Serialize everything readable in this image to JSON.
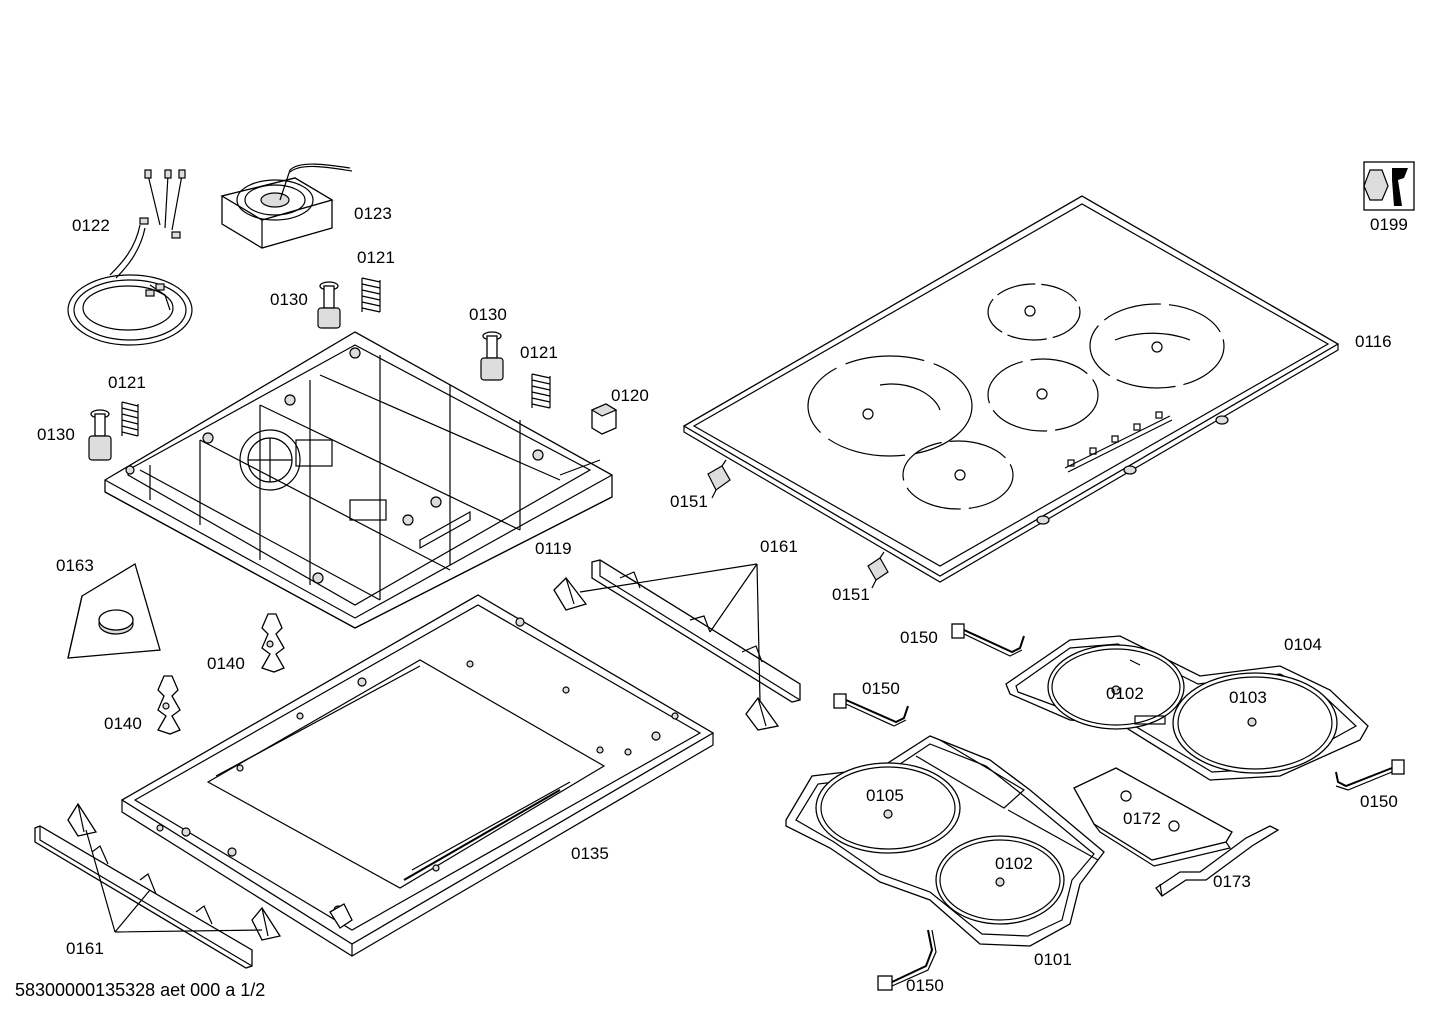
{
  "document_id": "58300000135328 aet 000 a 1/2",
  "service_icon_name": "wrench-tool-icon",
  "labels": {
    "p0122": "0122",
    "p0123": "0123",
    "p0121a": "0121",
    "p0121b": "0121",
    "p0121c": "0121",
    "p0130a": "0130",
    "p0130b": "0130",
    "p0130c": "0130",
    "p0120": "0120",
    "p0119": "0119",
    "p0163": "0163",
    "p0140a": "0140",
    "p0140b": "0140",
    "p0135": "0135",
    "p0161a": "0161",
    "p0161b": "0161",
    "p0151a": "0151",
    "p0151b": "0151",
    "p0116": "0116",
    "p0199": "0199",
    "p0150a": "0150",
    "p0150b": "0150",
    "p0150c": "0150",
    "p0150d": "0150",
    "p0104": "0104",
    "p0102a": "0102",
    "p0102b": "0102",
    "p0103": "0103",
    "p0105": "0105",
    "p0172": "0172",
    "p0173": "0173",
    "p0101": "0101"
  }
}
